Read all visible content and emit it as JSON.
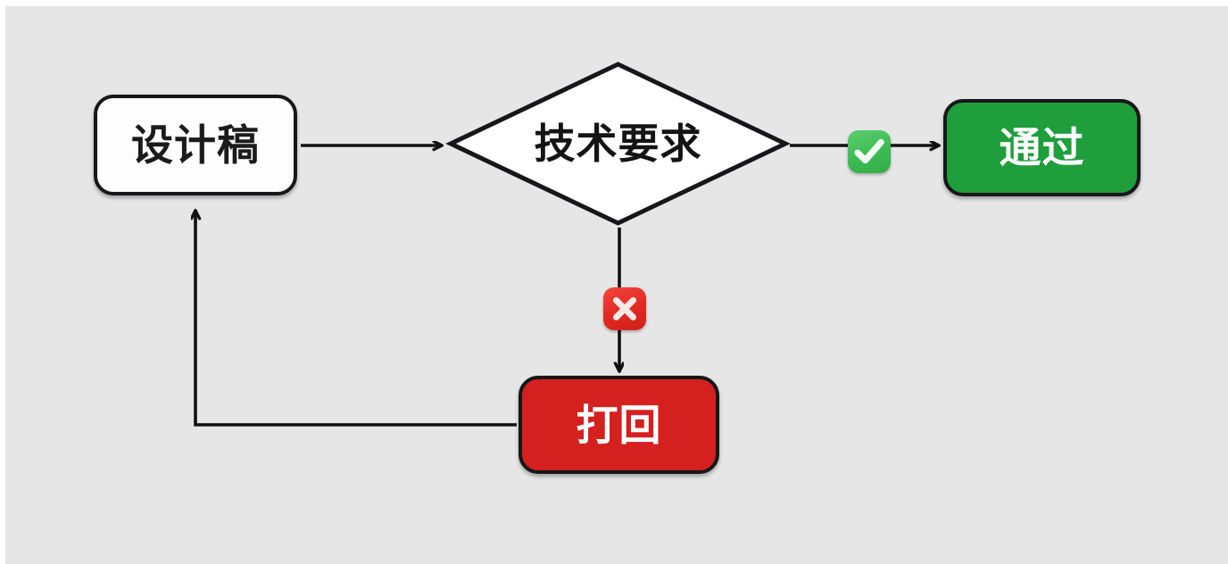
{
  "canvas": {
    "background_color": "#e6e6e6",
    "page_background_color": "#ffffff"
  },
  "diagram": {
    "type": "flowchart",
    "title": "",
    "nodes": [
      {
        "id": "design",
        "label": "设计稿",
        "shape": "rounded-rectangle",
        "fill_color": "#fdfdfd",
        "text_color": "#1b1b1b",
        "border_color": "#17171a"
      },
      {
        "id": "decision",
        "label": "技术要求",
        "shape": "diamond",
        "fill_color": "#ffffff",
        "text_color": "#141414",
        "border_color": "#17171a"
      },
      {
        "id": "pass",
        "label": "通过",
        "shape": "rounded-rectangle",
        "fill_color": "#1f9e3c",
        "text_color": "#ffffff",
        "border_color": "#17171a"
      },
      {
        "id": "reject",
        "label": "打回",
        "shape": "rounded-rectangle",
        "fill_color": "#d4201f",
        "text_color": "#ffffff",
        "border_color": "#17171a"
      }
    ],
    "badges": [
      {
        "id": "yes",
        "icon": "check-mark-badge-icon",
        "meaning": "yes",
        "fill_color": "#3cba52",
        "mark_color": "#ffffff"
      },
      {
        "id": "no",
        "icon": "cross-mark-badge-icon",
        "meaning": "no",
        "fill_color": "#e02a21",
        "mark_color": "#ffffff"
      }
    ],
    "edges": [
      {
        "id": "design-to-decision",
        "from": "design",
        "to": "decision",
        "label": "",
        "style": "solid-arrow"
      },
      {
        "id": "decision-to-pass",
        "from": "decision",
        "to": "pass",
        "label": "",
        "badge": "yes",
        "style": "solid-arrow"
      },
      {
        "id": "decision-to-reject",
        "from": "decision",
        "to": "reject",
        "label": "",
        "badge": "no",
        "style": "solid-arrow"
      },
      {
        "id": "reject-to-design",
        "from": "reject",
        "to": "design",
        "label": "",
        "style": "solid-arrow-elbow"
      }
    ],
    "edge_color": "#111111"
  }
}
